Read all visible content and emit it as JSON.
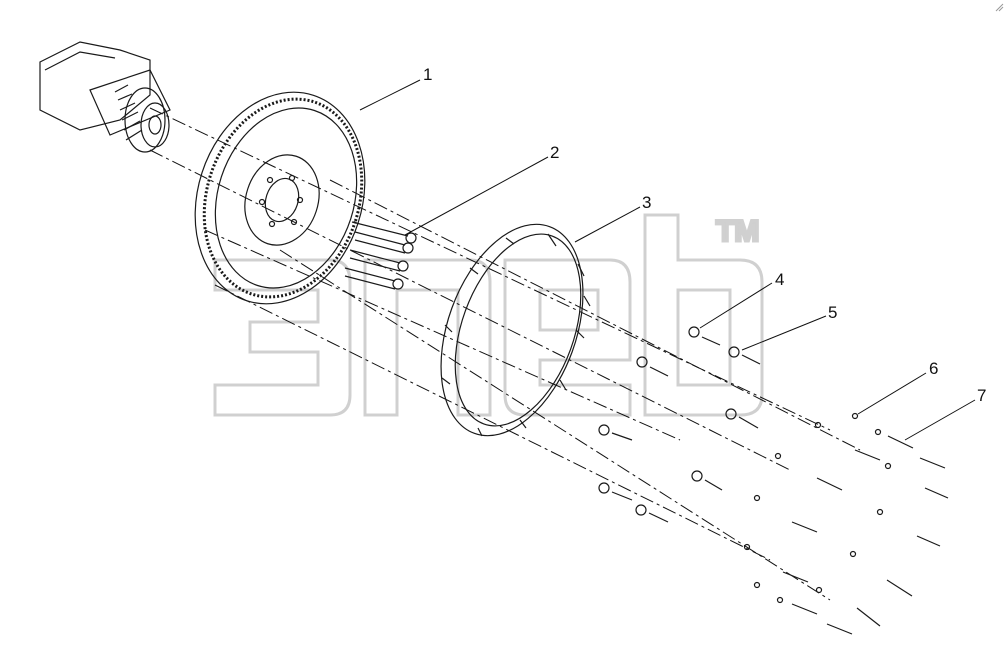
{
  "callouts": [
    {
      "id": "1",
      "label": "1"
    },
    {
      "id": "2",
      "label": "2"
    },
    {
      "id": "3",
      "label": "3"
    },
    {
      "id": "4",
      "label": "4"
    },
    {
      "id": "5",
      "label": "5"
    },
    {
      "id": "6",
      "label": "6"
    },
    {
      "id": "7",
      "label": "7"
    }
  ],
  "watermark": {
    "trademark": "TM"
  },
  "colors": {
    "ink": "#1a1a1a",
    "watermark": "#cfcfcf"
  },
  "icons": {
    "corner": "resize-grip-icon"
  }
}
